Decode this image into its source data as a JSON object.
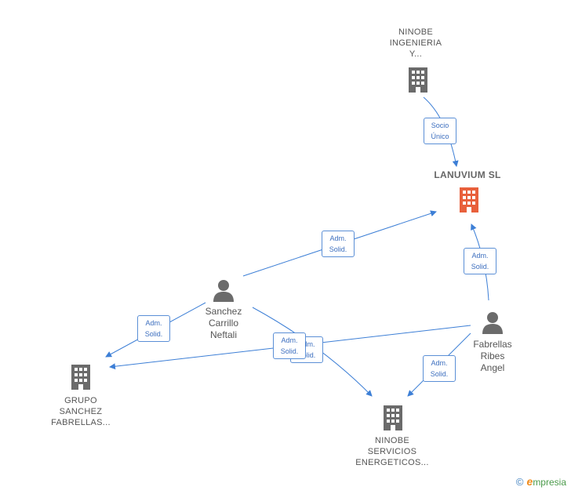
{
  "nodes": {
    "ninobe_ingenieria": {
      "lines": [
        "NINOBE",
        "INGENIERIA",
        "Y..."
      ],
      "icon": "building-icon"
    },
    "lanuvium": {
      "lines": [
        "LANUVIUM SL"
      ],
      "icon": "building-icon",
      "color": "#e8603c"
    },
    "sanchez": {
      "lines": [
        "Sanchez",
        "Carrillo",
        "Neftali"
      ],
      "icon": "person-icon"
    },
    "fabrellas": {
      "lines": [
        "Fabrellas",
        "Ribes",
        "Angel"
      ],
      "icon": "person-icon"
    },
    "grupo": {
      "lines": [
        "GRUPO",
        "SANCHEZ",
        "FABRELLAS..."
      ],
      "icon": "building-icon"
    },
    "ninobe_servicios": {
      "lines": [
        "NINOBE",
        "SERVICIOS",
        "ENERGETICOS..."
      ],
      "icon": "building-icon"
    }
  },
  "edges": {
    "socio_unico": {
      "lines": [
        "Socio",
        "Único"
      ]
    },
    "adm_sanchez_lanuvium": {
      "lines": [
        "Adm.",
        "Solid."
      ]
    },
    "adm_fabrellas_lanuvium": {
      "lines": [
        "Adm.",
        "Solid."
      ]
    },
    "adm_sanchez_grupo": {
      "lines": [
        "Adm.",
        "Solid."
      ]
    },
    "adm_fabrellas_grupo": {
      "lines": [
        "Adm.",
        "Solid."
      ]
    },
    "adm_sanchez_servicios": {
      "lines": [
        "Adm.",
        "Solid."
      ]
    },
    "adm_fabrellas_servicios": {
      "lines": [
        "Adm.",
        "Solid."
      ]
    }
  },
  "footer": {
    "copyright": "©",
    "brand_initial": "e",
    "brand_rest": "mpresia"
  },
  "colors": {
    "edge": "#3d7fd6",
    "icon": "#6b6b6b",
    "main": "#e8603c"
  }
}
